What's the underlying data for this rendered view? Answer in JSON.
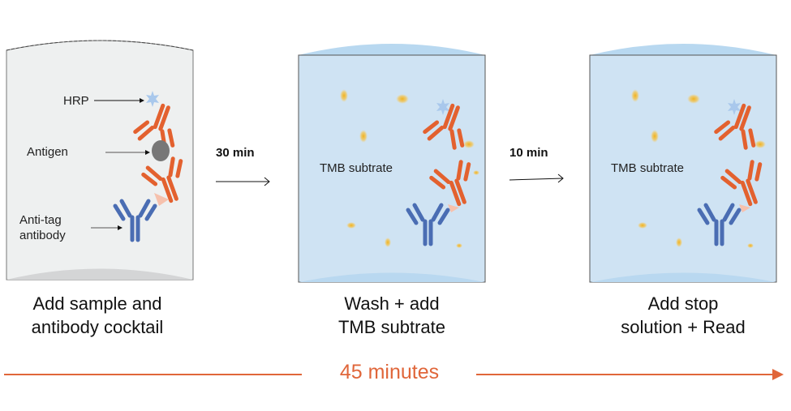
{
  "colors": {
    "orange": "#e3612f",
    "blue": "#4a6db3",
    "well_gray": "#eef0f0",
    "well_blue": "#cfe3f3",
    "timeline": "#e0663a"
  },
  "labels": {
    "hrp": "HRP",
    "antigen": "Antigen",
    "anti_tag_line1": "Anti-tag",
    "anti_tag_line2": "antibody",
    "tmb": "TMB subtrate"
  },
  "steps": [
    {
      "line1": "Add sample and",
      "line2": "antibody cocktail"
    },
    {
      "line1": "Wash + add",
      "line2": "TMB subtrate"
    },
    {
      "line1": "Add stop",
      "line2": "solution + Read"
    }
  ],
  "durations": [
    "30 min",
    "10 min"
  ],
  "total": "45 minutes"
}
